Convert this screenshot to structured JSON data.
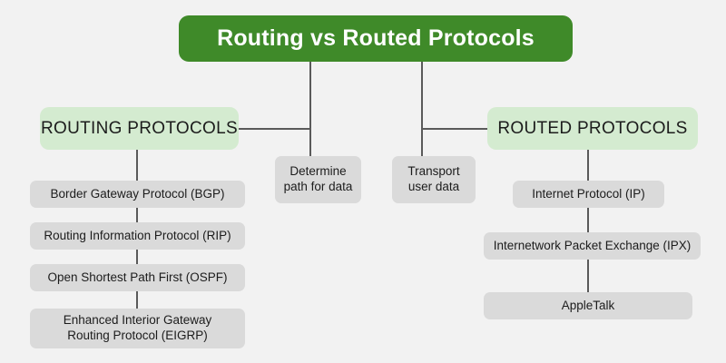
{
  "diagram": {
    "title": "Routing vs Routed Protocols",
    "background_color": "#f2f2f2",
    "title_color": "#3f8a29",
    "heading_color": "#d4ebd0",
    "item_color": "#dadada",
    "connector_color": "#5a5a5a",
    "left_branch": {
      "heading": "ROUTING PROTOCOLS",
      "purpose": "Determine\npath for data",
      "purpose_line1": "Determine",
      "purpose_line2": "path for data",
      "items": [
        {
          "label": "Border Gateway Protocol (BGP)"
        },
        {
          "label": "Routing Information Protocol (RIP)"
        },
        {
          "label": "Open Shortest Path First (OSPF)"
        },
        {
          "label": "Enhanced Interior Gateway",
          "label2": "Routing Protocol (EIGRP)"
        }
      ]
    },
    "right_branch": {
      "heading": "ROUTED PROTOCOLS",
      "purpose_line1": "Transport",
      "purpose_line2": "user data",
      "items": [
        {
          "label": "Internet Protocol (IP)"
        },
        {
          "label": "Internetwork Packet Exchange (IPX)"
        },
        {
          "label": "AppleTalk"
        }
      ]
    }
  }
}
